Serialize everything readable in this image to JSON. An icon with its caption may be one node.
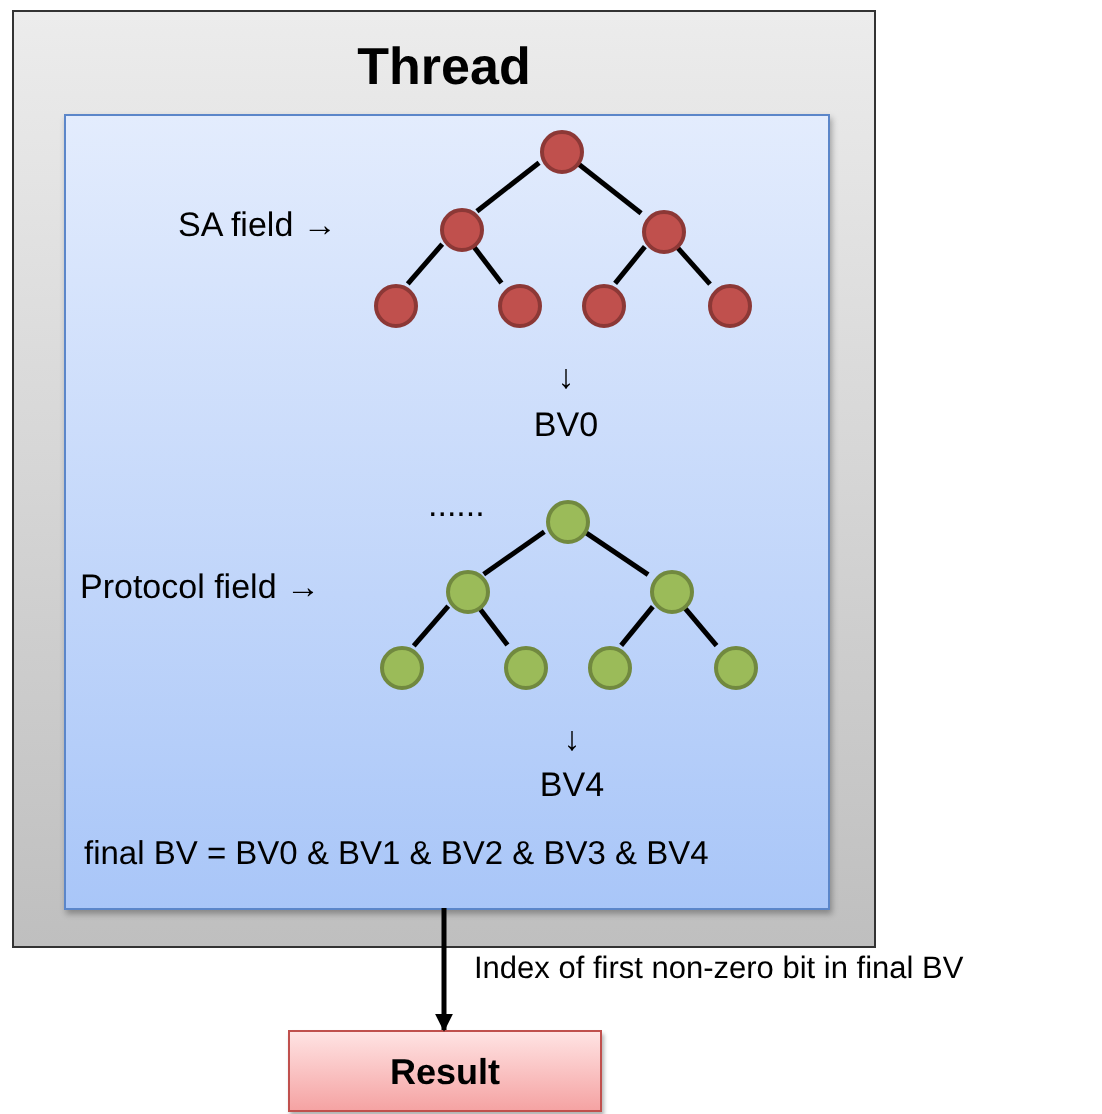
{
  "diagram": {
    "nodes": [
      {
        "text": [
          "Thread"
        ]
      },
      {
        "text": [],
        "shape": "box",
        "in": 0
      },
      {
        "text": [],
        "shape": "circle",
        "in": 1
      },
      {
        "text": [],
        "shape": "circle",
        "in": 1
      },
      {
        "text": [],
        "shape": "circle",
        "in": 1
      },
      {
        "text": [],
        "shape": "circle",
        "in": 1
      },
      {
        "text": [],
        "shape": "circle",
        "in": 1
      },
      {
        "text": [],
        "shape": "circle",
        "in": 1
      },
      {
        "text": [],
        "shape": "circle",
        "in": 1
      },
      {
        "text": [],
        "shape": "circle",
        "in": 1
      },
      {
        "text": [],
        "shape": "circle",
        "in": 1
      },
      {
        "text": [],
        "shape": "circle",
        "in": 1
      },
      {
        "text": [],
        "shape": "circle",
        "in": 1
      },
      {
        "text": [],
        "shape": "circle",
        "in": 1
      },
      {
        "text": [],
        "shape": "circle",
        "in": 1
      },
      {
        "text": [],
        "shape": "circle",
        "in": 1
      },
      {
        "text": [
          "Result"
        ]
      }
    ],
    "edges": [
      {
        "from": 2,
        "to": 3,
        "arrow": "none"
      },
      {
        "from": 2,
        "to": 4,
        "arrow": "none"
      },
      {
        "from": 3,
        "to": 5,
        "arrow": "none"
      },
      {
        "from": 3,
        "to": 6,
        "arrow": "none"
      },
      {
        "from": 4,
        "to": 7,
        "arrow": "none"
      },
      {
        "from": 4,
        "to": 8,
        "arrow": "none"
      },
      {
        "from": 9,
        "to": 10,
        "arrow": "none"
      },
      {
        "from": 9,
        "to": 11,
        "arrow": "none"
      },
      {
        "from": 10,
        "to": 12,
        "arrow": "none"
      },
      {
        "from": 10,
        "to": 13,
        "arrow": "none"
      },
      {
        "from": 11,
        "to": 14,
        "arrow": "none"
      },
      {
        "from": 11,
        "to": 15,
        "arrow": "none"
      },
      {
        "from": 1,
        "to": 16,
        "arrow": "to",
        "label": "Index of first non-zero bit in final BV"
      }
    ],
    "labels": [
      "SA field →",
      "↓",
      "BV0",
      "......",
      "Protocol field →",
      "↓",
      "BV4",
      "final BV = BV0 & BV1 & BV2 & BV3 & BV4"
    ]
  }
}
